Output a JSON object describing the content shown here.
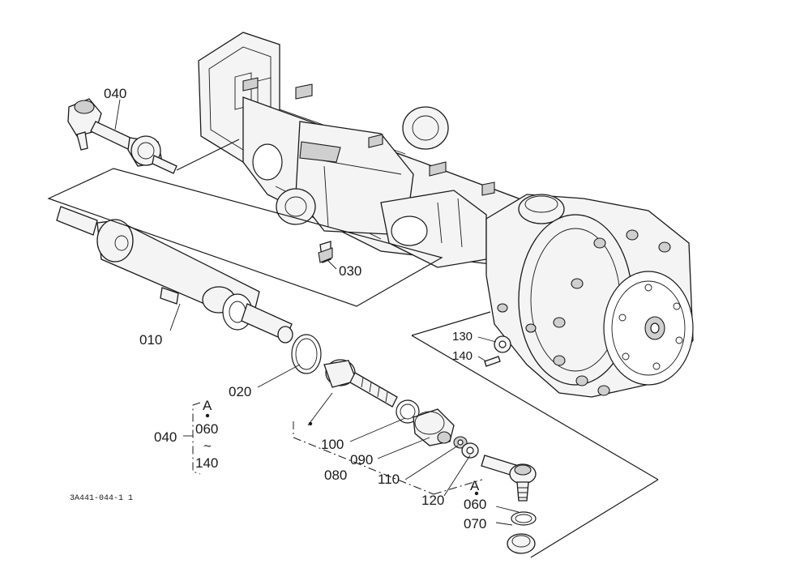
{
  "labels": {
    "p040_top": "040",
    "p030": "030",
    "p010": "010",
    "p020": "020",
    "p100": "100",
    "p090": "090",
    "p080": "080",
    "p110": "110",
    "p120": "120",
    "p130": "130",
    "p140": "140",
    "a_bottom": "A",
    "p060": "060",
    "p070": "070"
  },
  "kit": {
    "main": "040",
    "a_mark": "A",
    "range_start": "060",
    "range_sep": "~",
    "range_end": "140"
  },
  "drawing_code": "3A441-044-1 1"
}
